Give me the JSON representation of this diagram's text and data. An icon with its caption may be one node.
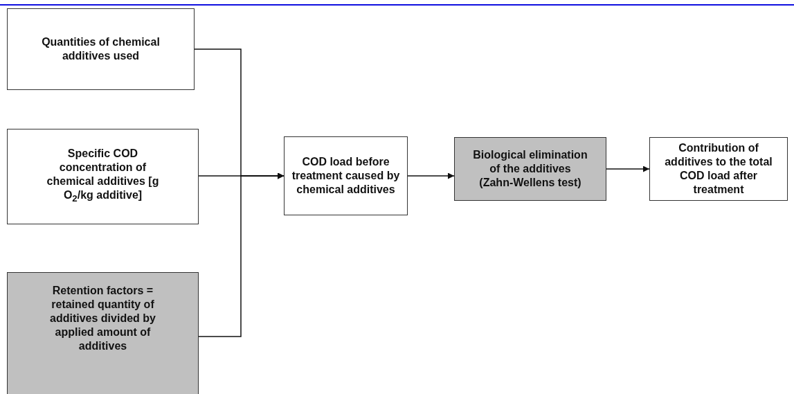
{
  "diagram": {
    "nodes": [
      {
        "text": [
          "Quantities of chemical additives used"
        ]
      },
      {
        "text": [
          "Specific COD concentration of chemical additives [g O$_{2}$/kg additive]"
        ]
      },
      {
        "text": [
          "Retention factors = retained quantity of additives divided by applied amount of additives"
        ]
      },
      {
        "text": [
          "COD load before treatment caused by chemical additives"
        ]
      },
      {
        "text": [
          "Biological elimination of the additives (Zahn-Wellens test)"
        ]
      },
      {
        "text": [
          "Contribution of additives to the total COD load after treatment"
        ]
      }
    ],
    "edges": [
      {
        "from": 0,
        "to": 3,
        "arrow": "to"
      },
      {
        "from": 1,
        "to": 3,
        "arrow": "to"
      },
      {
        "from": 2,
        "to": 3,
        "arrow": "to"
      },
      {
        "from": 3,
        "to": 4,
        "arrow": "to"
      },
      {
        "from": 4,
        "to": 5,
        "arrow": "to"
      }
    ]
  }
}
